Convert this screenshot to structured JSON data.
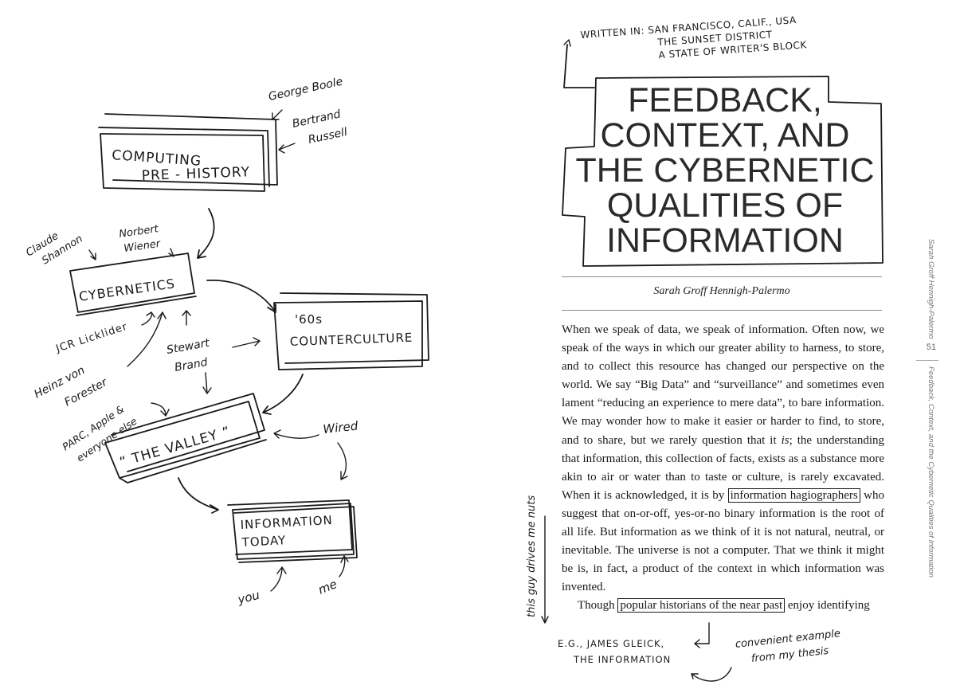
{
  "left_page": {
    "nodes": {
      "prehistory_l1": "COMPUTING",
      "prehistory_l2": "PRE - HISTORY",
      "cybernetics": "CYBERNETICS",
      "counterculture_l1": "'60s",
      "counterculture_l2": "COUNTERCULTURE",
      "valley": "“ THE VALLEY ”",
      "info_today_l1": "INFORMATION",
      "info_today_l2": "TODAY"
    },
    "labels": {
      "boole": "George Boole",
      "russell_l1": "Bertrand",
      "russell_l2": "Russell",
      "shannon_l1": "Claude",
      "shannon_l2": "Shannon",
      "wiener_l1": "Norbert",
      "wiener_l2": "Wiener",
      "licklider": "JCR Licklider",
      "foerster_l1": "Heinz von",
      "foerster_l2": "Forester",
      "brand_l1": "Stewart",
      "brand_l2": "Brand",
      "parc_l1": "PARC, Apple &",
      "parc_l2": "everyone else",
      "wired": "Wired",
      "you": "you",
      "me": "me"
    }
  },
  "right_page": {
    "written_in": {
      "line1": "WRITTEN IN: SAN FRANCISCO, CALIF., USA",
      "line2": "THE SUNSET DISTRICT",
      "line3": "A STATE OF WRITER'S BLOCK"
    },
    "title_lines": [
      "FEEDBACK,",
      "CONTEXT, AND",
      "THE CYBERNETIC",
      "QUALITIES OF",
      "INFORMATION"
    ],
    "author": "Sarah Groff Hennigh-Palermo",
    "body": {
      "p1_part1": "When we speak of data, we speak of information. Often now, we speak of the ways in which our greater ability to harness, to store, and to collect this resource has changed our perspective on the world. We say “Big Data” and “surveillance” and sometimes even lament “reducing an experience to mere data”, to bare information. We may wonder how to make it easier or harder to find, to store, and to share, but we rarely question that it ",
      "p1_italic": "is",
      "p1_part2": "; the understanding that information, this collection of facts, exists as a substance more akin to air or water than to taste or culture, is rarely excavated. When it is acknowledged, it is by ",
      "p1_boxed": "information hagiographers",
      "p1_part3": " who suggest that on-or-off, yes-or-no binary information is the root of all life. But information as we think of it is not natural, neutral, or inevitable. The universe is not a computer. That we think it might be is, in fact, a product of the context in which information was invented.",
      "p2_part1": "Though ",
      "p2_boxed": "popular historians of the near past",
      "p2_part2": " enjoy identifying"
    },
    "margin_note": "this guy drives me nuts",
    "eg_note": {
      "line1": "E.G., JAMES GLEICK,",
      "line2": "THE INFORMATION"
    },
    "thesis_note": {
      "line1": "convenient example",
      "line2": "from my thesis"
    },
    "running_head": {
      "author": "Sarah Groff Hennigh-Palermo",
      "page_number": "51",
      "title": "Feedback, Context, and the Cybernetic Qualities of Information"
    }
  }
}
